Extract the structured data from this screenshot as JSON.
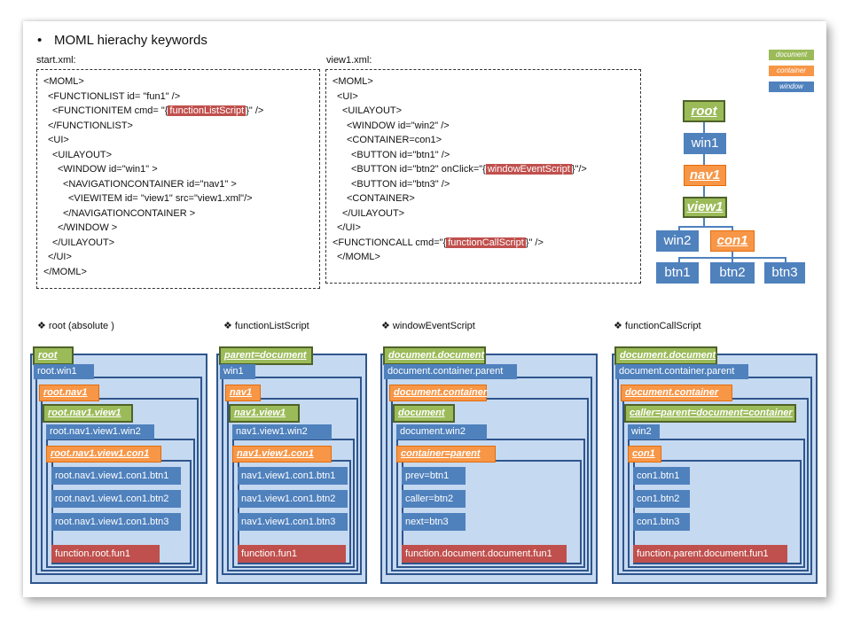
{
  "heading": "MOML hierachy keywords",
  "start_xml": {
    "filename": "start.xml:",
    "lines": [
      {
        "pre": "<MOML>",
        "hl": "",
        "post": ""
      },
      {
        "pre": "<FUNCTIONLIST id= \"fun1\" />",
        "hl": "",
        "post": ""
      },
      {
        "pre": "<FUNCTIONITEM cmd= \"{",
        "hl": "functionListScript",
        "post": "}\" />"
      },
      {
        "pre": "</FUNCTIONLIST>",
        "hl": "",
        "post": ""
      },
      {
        "pre": "<UI>",
        "hl": "",
        "post": ""
      },
      {
        "pre": "<UILAYOUT>",
        "hl": "",
        "post": ""
      },
      {
        "pre": "<WINDOW id=\"win1\" >",
        "hl": "",
        "post": ""
      },
      {
        "pre": "<NAVIGATIONCONTAINER id=\"nav1\" >",
        "hl": "",
        "post": ""
      },
      {
        "pre": "<VIEWITEM id= \"view1\" src=\"view1.xml\"/>",
        "hl": "",
        "post": ""
      },
      {
        "pre": "</NAVIGATIONCONTAINER >",
        "hl": "",
        "post": ""
      },
      {
        "pre": "</WINDOW >",
        "hl": "",
        "post": ""
      },
      {
        "pre": "</UILAYOUT>",
        "hl": "",
        "post": ""
      },
      {
        "pre": "</UI>",
        "hl": "",
        "post": ""
      },
      {
        "pre": "</MOML>",
        "hl": "",
        "post": ""
      }
    ]
  },
  "view1_xml": {
    "filename": "view1.xml:",
    "lines": [
      {
        "pre": "<MOML>",
        "hl": "",
        "post": ""
      },
      {
        "pre": "<UI>",
        "hl": "",
        "post": ""
      },
      {
        "pre": "<UILAYOUT>",
        "hl": "",
        "post": ""
      },
      {
        "pre": "<WINDOW  id=\"win2\" />",
        "hl": "",
        "post": ""
      },
      {
        "pre": "<CONTAINER=con1>",
        "hl": "",
        "post": ""
      },
      {
        "pre": "<BUTTON id=\"btn1\"  />",
        "hl": "",
        "post": ""
      },
      {
        "pre": "<BUTTON id=\"btn2\"  onClick=\"{",
        "hl": "windowEventScript",
        "post": "}\"/>"
      },
      {
        "pre": "<BUTTON id=\"btn3\"  />",
        "hl": "",
        "post": ""
      },
      {
        "pre": "<CONTAINER>",
        "hl": "",
        "post": ""
      },
      {
        "pre": "</UILAYOUT>",
        "hl": "",
        "post": ""
      },
      {
        "pre": "</UI>",
        "hl": "",
        "post": ""
      },
      {
        "pre": "<FUNCTIONCALL  cmd=\"{",
        "hl": "functionCallScript",
        "post": "}\" />"
      },
      {
        "pre": "</MOML>",
        "hl": "",
        "post": ""
      }
    ]
  },
  "legend": {
    "document": "document",
    "container": "container",
    "window": "window"
  },
  "colors": {
    "document": "#9bbb59",
    "container": "#f79646",
    "window": "#4f81bd",
    "script": "#c0504d",
    "frame_fill": "#c5d9f1",
    "frame_border": "#2f558c"
  },
  "tree": {
    "root": "root",
    "win1": "win1",
    "nav1": "nav1",
    "view1": "view1",
    "win2": "win2",
    "con1": "con1",
    "btn1": "btn1",
    "btn2": "btn2",
    "btn3": "btn3"
  },
  "columns": {
    "root": {
      "title": "root (absolute )",
      "doc": "root",
      "win": "root.win1",
      "cont": "root.nav1",
      "doc2": "root.nav1.view1",
      "win2": "root.nav1.view1.win2",
      "cont2": "root.nav1.view1.con1",
      "items": [
        "root.nav1.view1.con1.btn1",
        "root.nav1.view1.con1.btn2",
        "root.nav1.view1.con1.btn3"
      ],
      "func": "function.root.fun1"
    },
    "fls": {
      "title": "functionListScript",
      "doc": "parent=document",
      "win": "win1",
      "cont": "nav1",
      "doc2": "nav1.view1",
      "win2": "nav1.view1.win2",
      "cont2": "nav1.view1.con1",
      "items": [
        "nav1.view1.con1.btn1",
        "nav1.view1.con1.btn2",
        "nav1.view1.con1.btn3"
      ],
      "func": "function.fun1"
    },
    "wes": {
      "title": "windowEventScript",
      "doc": "document.document",
      "win": "document.container.parent",
      "cont": "document.container",
      "doc2": "document",
      "win2": "document.win2",
      "cont2": "container=parent",
      "items": [
        "prev=btn1",
        "caller=btn2",
        "next=btn3"
      ],
      "func": "function.document.document.fun1"
    },
    "fcs": {
      "title": "functionCallScript",
      "doc": "document.document",
      "win": "document.container.parent",
      "cont": "document.container",
      "doc2": "caller=parent=document=container",
      "win2": "win2",
      "cont2": "con1",
      "items": [
        "con1.btn1",
        "con1.btn2",
        "con1.btn3"
      ],
      "func": "function.parent.document.fun1"
    }
  }
}
